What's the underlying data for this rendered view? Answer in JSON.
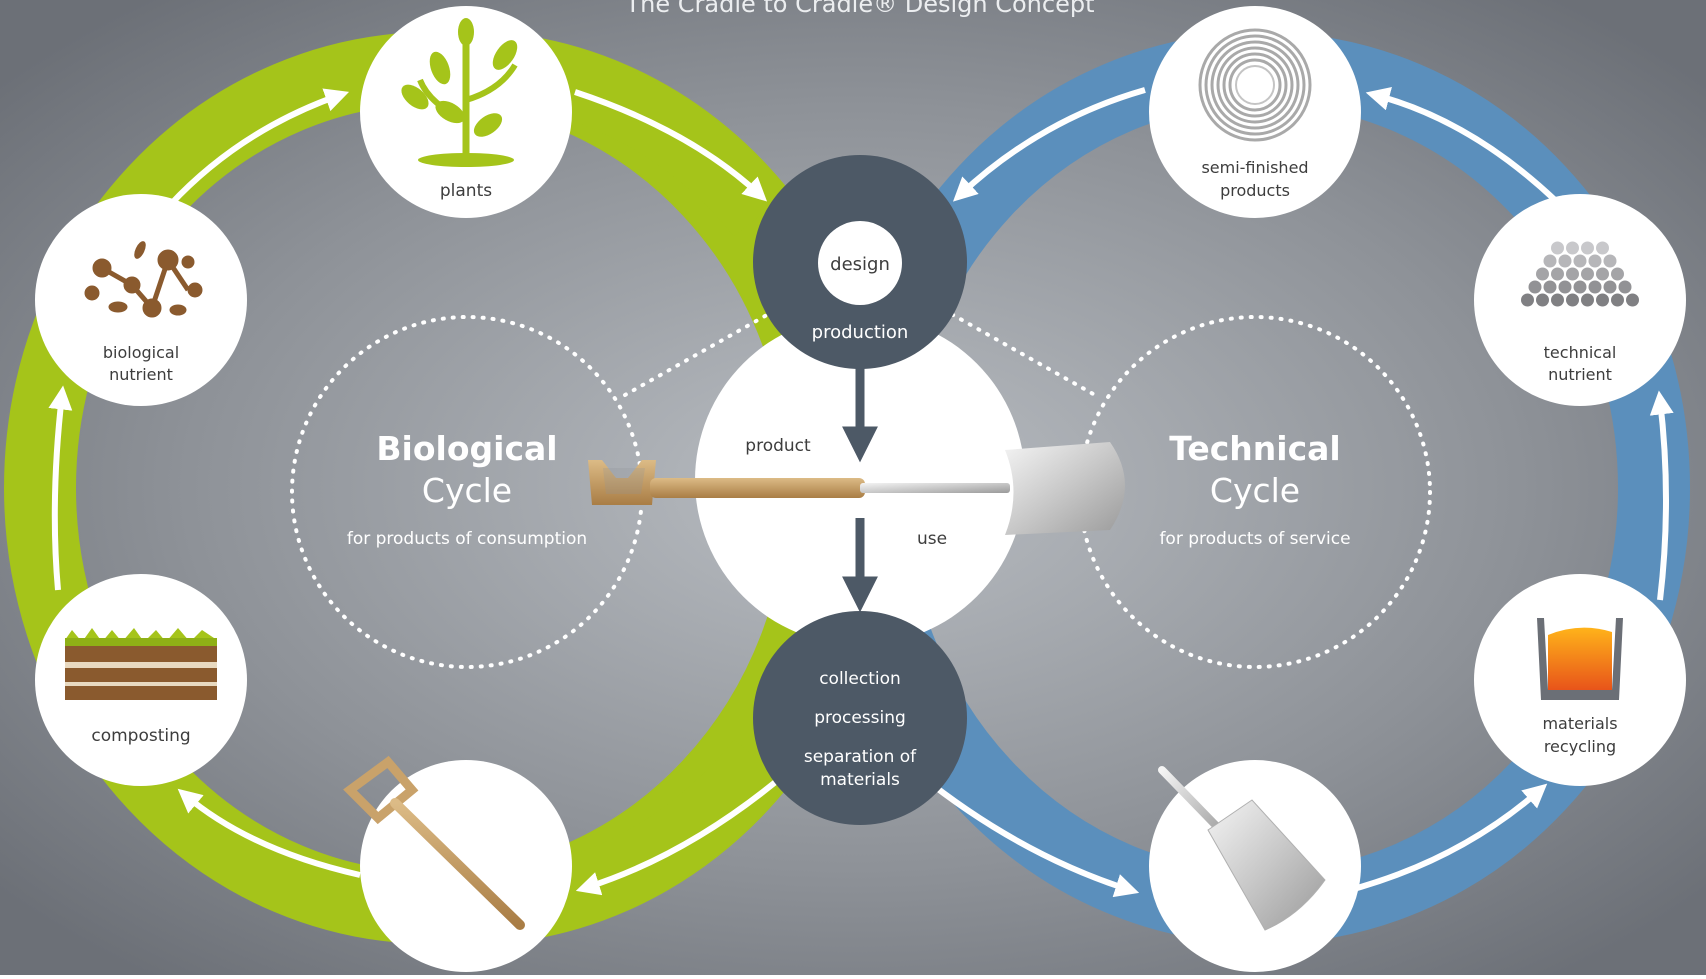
{
  "title": "The Cradle to Cradle® Design Concept",
  "colors": {
    "bio_green": "#a5c41a",
    "tech_blue": "#5b8fbc",
    "hub_dark": "#4d5966",
    "node_white": "#ffffff",
    "label_dark": "#3d3d3d",
    "soil_brown": "#8a5a2e",
    "wood": "#c9a26a",
    "orange": "#f08a1c"
  },
  "biological_cycle": {
    "title": "Biological",
    "subtitle": "Cycle",
    "caption": "for products of consumption",
    "nodes": {
      "plants": "plants",
      "biological_nutrient_line1": "biological",
      "biological_nutrient_line2": "nutrient",
      "composting": "composting"
    }
  },
  "technical_cycle": {
    "title": "Technical",
    "subtitle": "Cycle",
    "caption": "for products of service",
    "nodes": {
      "semi_finished_line1": "semi-finished",
      "semi_finished_line2": "products",
      "technical_nutrient_line1": "technical",
      "technical_nutrient_line2": "nutrient",
      "materials_recycling_line1": "materials",
      "materials_recycling_line2": "recycling"
    }
  },
  "center": {
    "design": "design",
    "production": "production",
    "product": "product",
    "use": "use",
    "collection": "collection",
    "processing": "processing",
    "separation_line1": "separation of",
    "separation_line2": "materials"
  },
  "icons": {
    "plants": "plant-sprout-icon",
    "biological_nutrient": "molecule-icon",
    "composting": "soil-layers-icon",
    "bio_bottom": "spade-handle-icon",
    "semi_finished": "coil-icon",
    "technical_nutrient": "stacked-spheres-icon",
    "materials_recycling": "molten-crucible-icon",
    "tech_bottom": "spade-blade-icon",
    "product": "spade-icon"
  }
}
